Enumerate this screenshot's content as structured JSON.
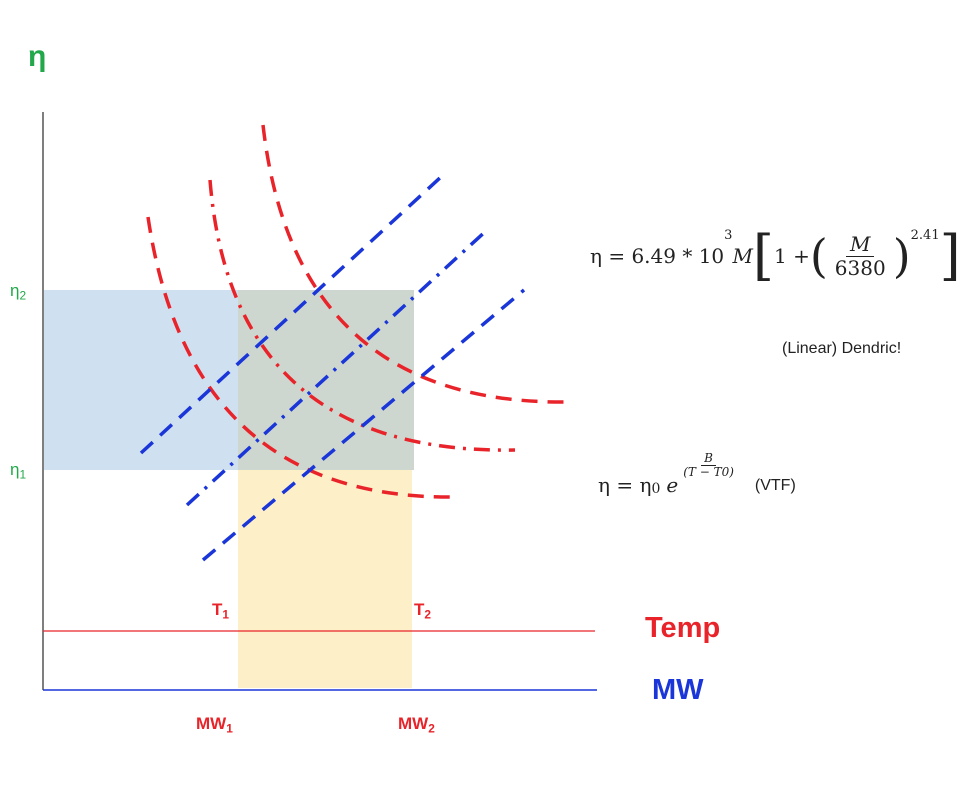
{
  "colors": {
    "temp": "#e8242a",
    "mw": "#1a35d8",
    "eta": "#22a84a",
    "eta_band": "#cfe0f1",
    "mw_band": "#fdefc8",
    "overlap": "#cdd7cf"
  },
  "labels": {
    "eta_axis": "η",
    "eta2_base": "η",
    "eta2_sub": "2",
    "eta1_base": "η",
    "eta1_sub": "1",
    "t1_base": "T",
    "t1_sub": "1",
    "t2_base": "T",
    "t2_sub": "2",
    "mw1_base": "MW",
    "mw1_sub": "1",
    "mw2_base": "MW",
    "mw2_sub": "2",
    "temp": "Temp",
    "mw": "MW"
  },
  "equation_mw": {
    "lhs": "η = 6.49 * 10",
    "power": "3",
    "var": "M",
    "one_plus": "1 +",
    "frac_num": "M",
    "frac_den": "6380",
    "exponent": "2.41",
    "note": "(Linear)  Dendric!"
  },
  "equation_vtf": {
    "lhs": "η = η",
    "sub0": "0",
    "e": "e",
    "exp_num": "B",
    "exp_den": "(T − T0)",
    "tag": "(VTF)"
  }
}
